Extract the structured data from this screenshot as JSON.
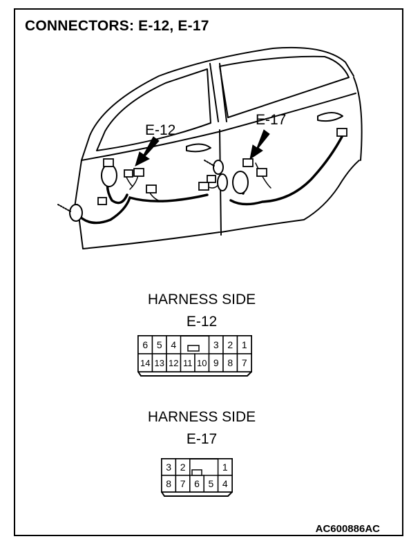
{
  "title": "CONNECTORS: E-12, E-17",
  "figure_id": "AC600886AC",
  "callouts": {
    "e12": "E-12",
    "e17": "E-17"
  },
  "connectors": {
    "e12": {
      "caption": "HARNESS SIDE",
      "label": "E-12",
      "top_row": [
        "6",
        "5",
        "4",
        "",
        "",
        "3",
        "2",
        "1"
      ],
      "bottom_row": [
        "14",
        "13",
        "12",
        "11",
        "10",
        "9",
        "8",
        "7"
      ]
    },
    "e17": {
      "caption": "HARNESS SIDE",
      "label": "E-17",
      "top_row": [
        "3",
        "2",
        "",
        "",
        "1"
      ],
      "bottom_row": [
        "8",
        "7",
        "6",
        "5",
        "4"
      ]
    }
  }
}
